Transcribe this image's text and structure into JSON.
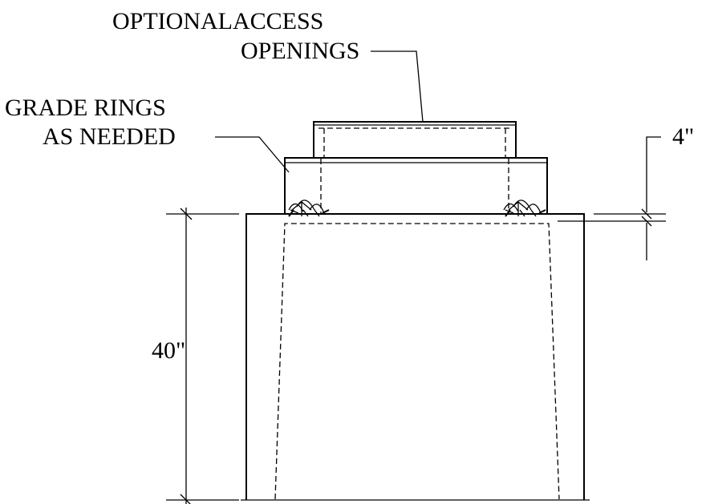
{
  "labels": {
    "access_line1": "OPTIONALACCESS",
    "access_line2": "OPENINGS",
    "grade_line1": "GRADE RINGS",
    "grade_line2": "AS NEEDED",
    "height_dim": "40\"",
    "ring_dim": "4\""
  },
  "colors": {
    "ink": "#000000",
    "paper": "#ffffff"
  }
}
